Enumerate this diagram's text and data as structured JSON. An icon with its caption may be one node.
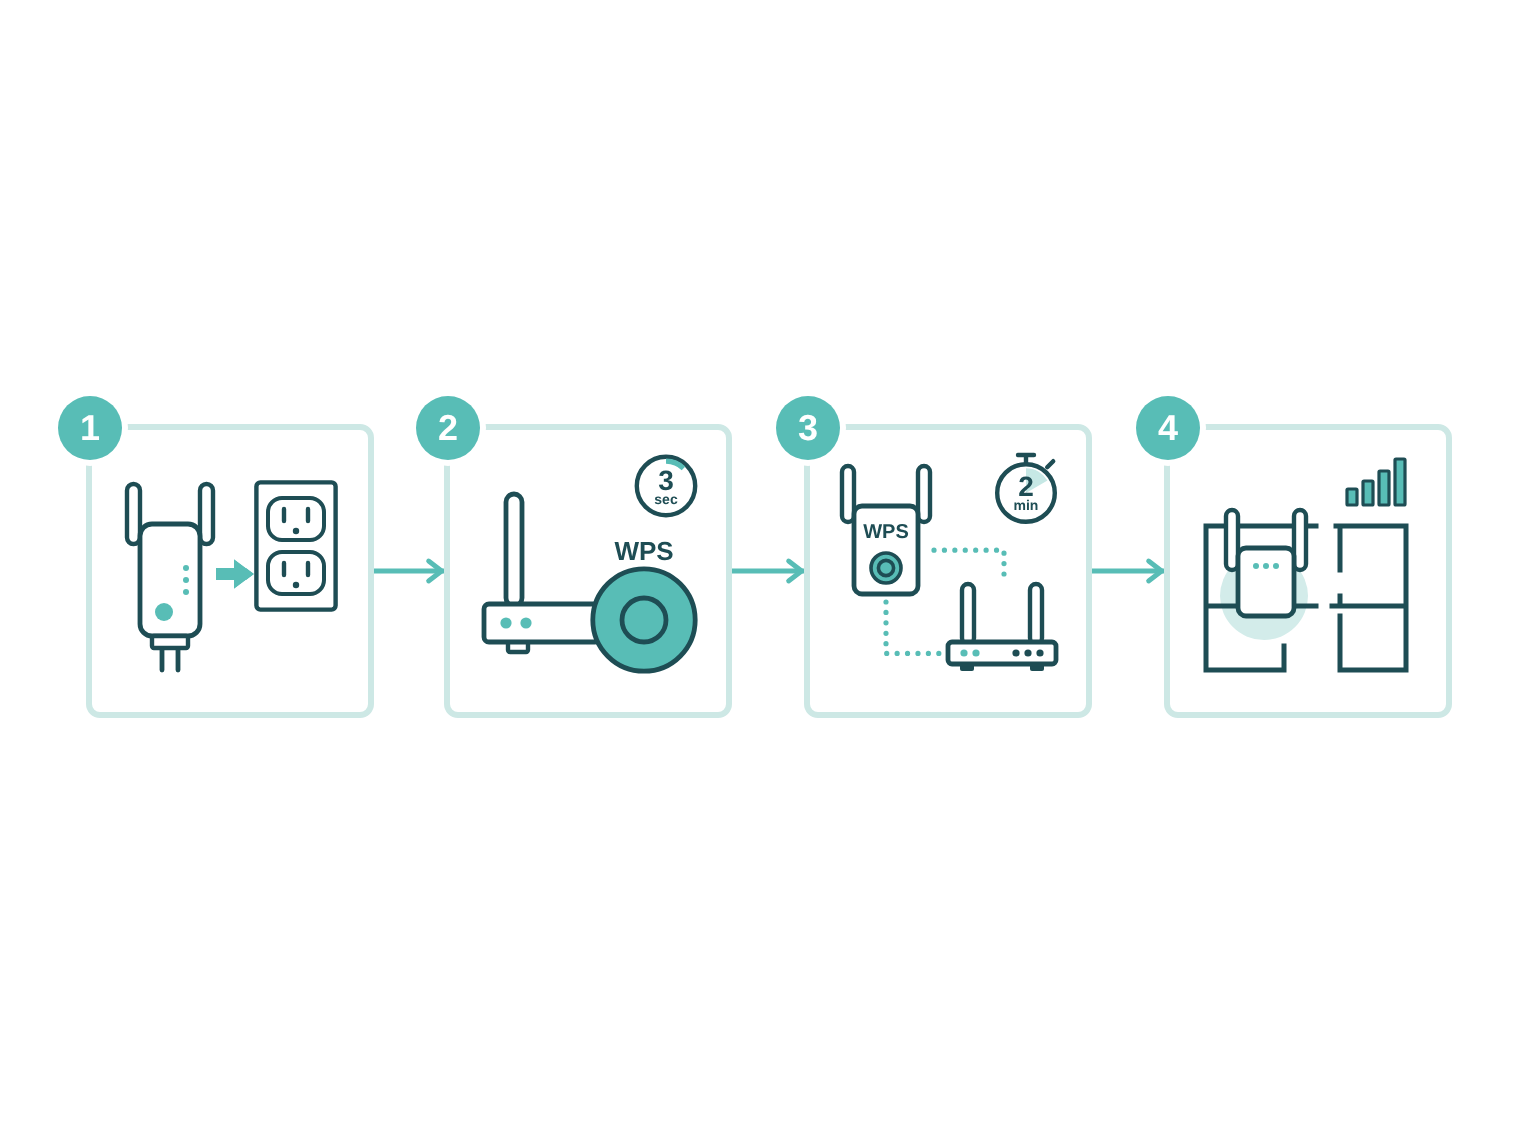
{
  "diagram": {
    "nodes": [
      {
        "text": [
          "1"
        ]
      },
      {
        "text": [],
        "shape": "picture",
        "in": 0
      },
      {
        "text": [],
        "shape": "picture",
        "in": 0
      },
      {
        "text": [
          "2"
        ]
      },
      {
        "text": [
          "3 sec"
        ],
        "in": 3
      },
      {
        "text": [
          "3"
        ]
      },
      {
        "text": [
          "WPS"
        ],
        "in": 5
      },
      {
        "text": [
          "2 min"
        ],
        "in": 5
      },
      {
        "text": [],
        "shape": "picture",
        "in": 5
      },
      {
        "text": [
          "4"
        ]
      }
    ],
    "edges": [
      {
        "from": 0,
        "to": 3,
        "arrow": "to"
      },
      {
        "from": 3,
        "to": 5,
        "arrow": "to"
      },
      {
        "from": 5,
        "to": 9,
        "arrow": "to"
      },
      {
        "from": 1,
        "to": 2,
        "arrow": "to",
        "style": "thick"
      },
      {
        "from": 6,
        "to": 8,
        "arrow": "none",
        "style": "dashed"
      },
      {
        "from": 6,
        "to": 8,
        "arrow": "none",
        "style": "dashed"
      }
    ],
    "labels": [
      "WPS"
    ]
  }
}
